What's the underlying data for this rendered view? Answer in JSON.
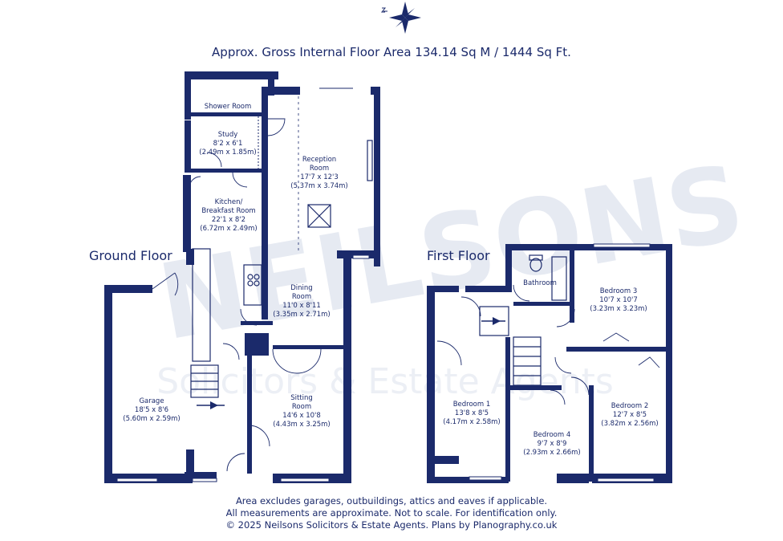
{
  "header": {
    "title": "Approx. Gross Internal Floor Area 134.14 Sq M / 1444 Sq Ft."
  },
  "watermark": {
    "brand": "NEILSONS",
    "tagline": "Solicitors & Estate Agents"
  },
  "floors": {
    "ground": "Ground Floor",
    "first": "First Floor"
  },
  "rooms": {
    "shower_room": {
      "name": "Shower Room"
    },
    "study": {
      "name": "Study",
      "imperial": "8'2 x 6'1",
      "metric": "(2.49m x 1.85m)"
    },
    "reception": {
      "name1": "Reception",
      "name2": "Room",
      "imperial": "17'7 x 12'3",
      "metric": "(5.37m x 3.74m)"
    },
    "kitchen": {
      "name1": "Kitchen/",
      "name2": "Breakfast Room",
      "imperial": "22'1 x 8'2",
      "metric": "(6.72m x 2.49m)"
    },
    "dining": {
      "name1": "Dining",
      "name2": "Room",
      "imperial": "11'0 x 8'11",
      "metric": "(3.35m x 2.71m)"
    },
    "garage": {
      "name": "Garage",
      "imperial": "18'5 x 8'6",
      "metric": "(5.60m x 2.59m)"
    },
    "sitting": {
      "name1": "Sitting",
      "name2": "Room",
      "imperial": "14'6 x 10'8",
      "metric": "(4.43m x 3.25m)"
    },
    "bathroom": {
      "name": "Bathroom"
    },
    "bedroom1": {
      "name": "Bedroom 1",
      "imperial": "13'8 x 8'5",
      "metric": "(4.17m x 2.58m)"
    },
    "bedroom2": {
      "name": "Bedroom 2",
      "imperial": "12'7 x 8'5",
      "metric": "(3.82m x 2.56m)"
    },
    "bedroom3": {
      "name": "Bedroom 3",
      "imperial": "10'7 x 10'7",
      "metric": "(3.23m x 3.23m)"
    },
    "bedroom4": {
      "name": "Bedroom 4",
      "imperial": "9'7 x 8'9",
      "metric": "(2.93m x 2.66m)"
    }
  },
  "footer": {
    "line1": "Area excludes garages, outbuildings, attics and eaves if applicable.",
    "line2": "All measurements are approximate. Not to scale. For identification only.",
    "line3": "© 2025 Neilsons Solicitors & Estate Agents. Plans by Planography.co.uk"
  },
  "colors": {
    "ink": "#1b2a6b",
    "watermark": "#e4e8f1"
  }
}
